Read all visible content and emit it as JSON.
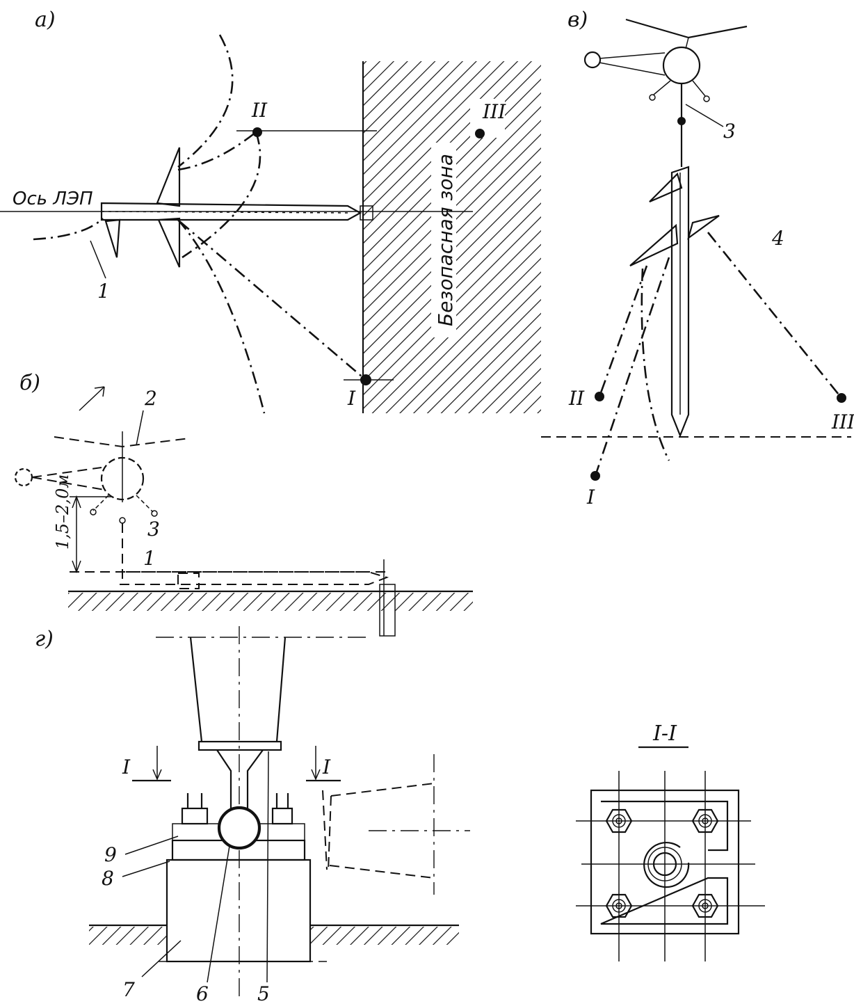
{
  "panels": {
    "a": {
      "label": "а)",
      "axis_label": "Ось ЛЭП",
      "zone_label": "Безопасная зона",
      "point_labels": [
        "I",
        "II",
        "III"
      ],
      "callouts": [
        "1"
      ]
    },
    "b": {
      "label": "б)",
      "dimension": "1,5–2,0м",
      "callouts": [
        "1",
        "2",
        "3"
      ]
    },
    "v": {
      "label": "в)",
      "point_labels": [
        "I",
        "II",
        "III"
      ],
      "callouts": [
        "3",
        "4"
      ]
    },
    "g": {
      "label": "г)",
      "section_marks": [
        "I",
        "I"
      ],
      "callouts": [
        "5",
        "6",
        "7",
        "8",
        "9"
      ]
    },
    "section": {
      "title": "I-I"
    }
  },
  "colors": {
    "ink": "#111111",
    "paper": "#ffffff"
  }
}
